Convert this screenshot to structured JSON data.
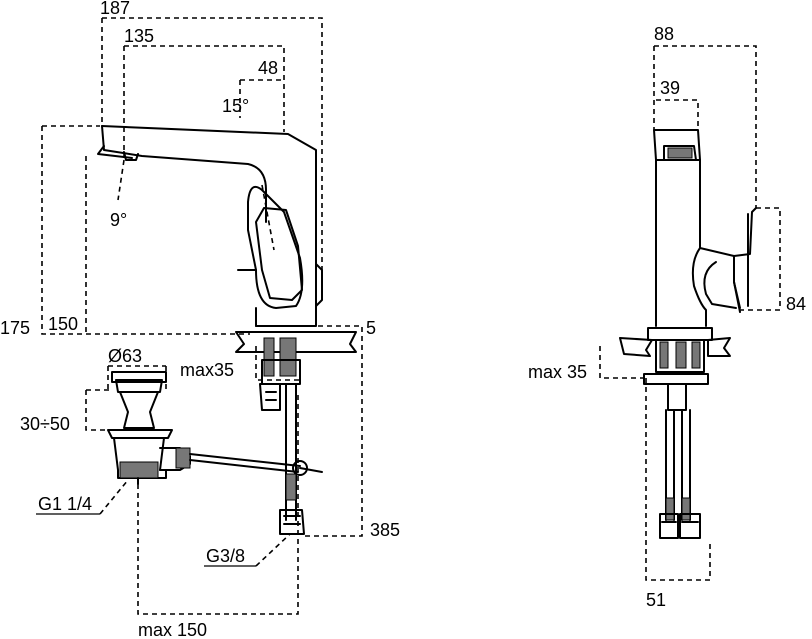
{
  "drawing": {
    "front_view": {
      "dim_overall_reach": "187",
      "dim_spout_reach": "135",
      "dim_handle_offset": "48",
      "dim_handle_angle": "15°",
      "dim_spout_angle": "9°",
      "dim_total_height": "175",
      "dim_spout_height": "150",
      "dim_base_step": "5",
      "dim_max_deck": "max35",
      "dim_waste_diameter": "Ø63",
      "dim_waste_range": "30÷50",
      "dim_waste_thread": "G1 1/4",
      "dim_supply_thread": "G3/8",
      "dim_hose_length": "385",
      "dim_max_rod": "max 150"
    },
    "side_view": {
      "dim_depth": "88",
      "dim_spout_width": "39",
      "dim_handle_height": "84",
      "dim_max_deck": "max 35",
      "dim_base_width": "51"
    }
  }
}
